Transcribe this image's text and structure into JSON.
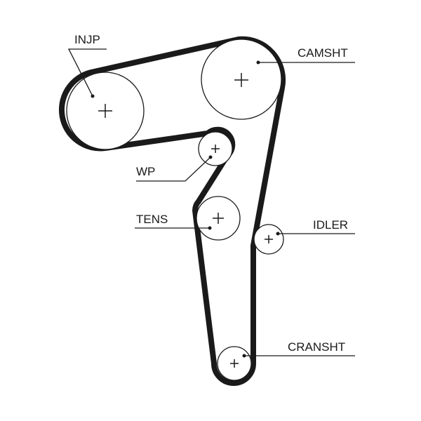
{
  "diagram": {
    "labels": {
      "injp": "INJP",
      "camsht": "CAMSHT",
      "wp": "WP",
      "tens": "TENS",
      "idler": "IDLER",
      "cransht": "CRANSHT"
    },
    "colors": {
      "belt": "#1a1a1a",
      "background": "#ffffff"
    }
  }
}
